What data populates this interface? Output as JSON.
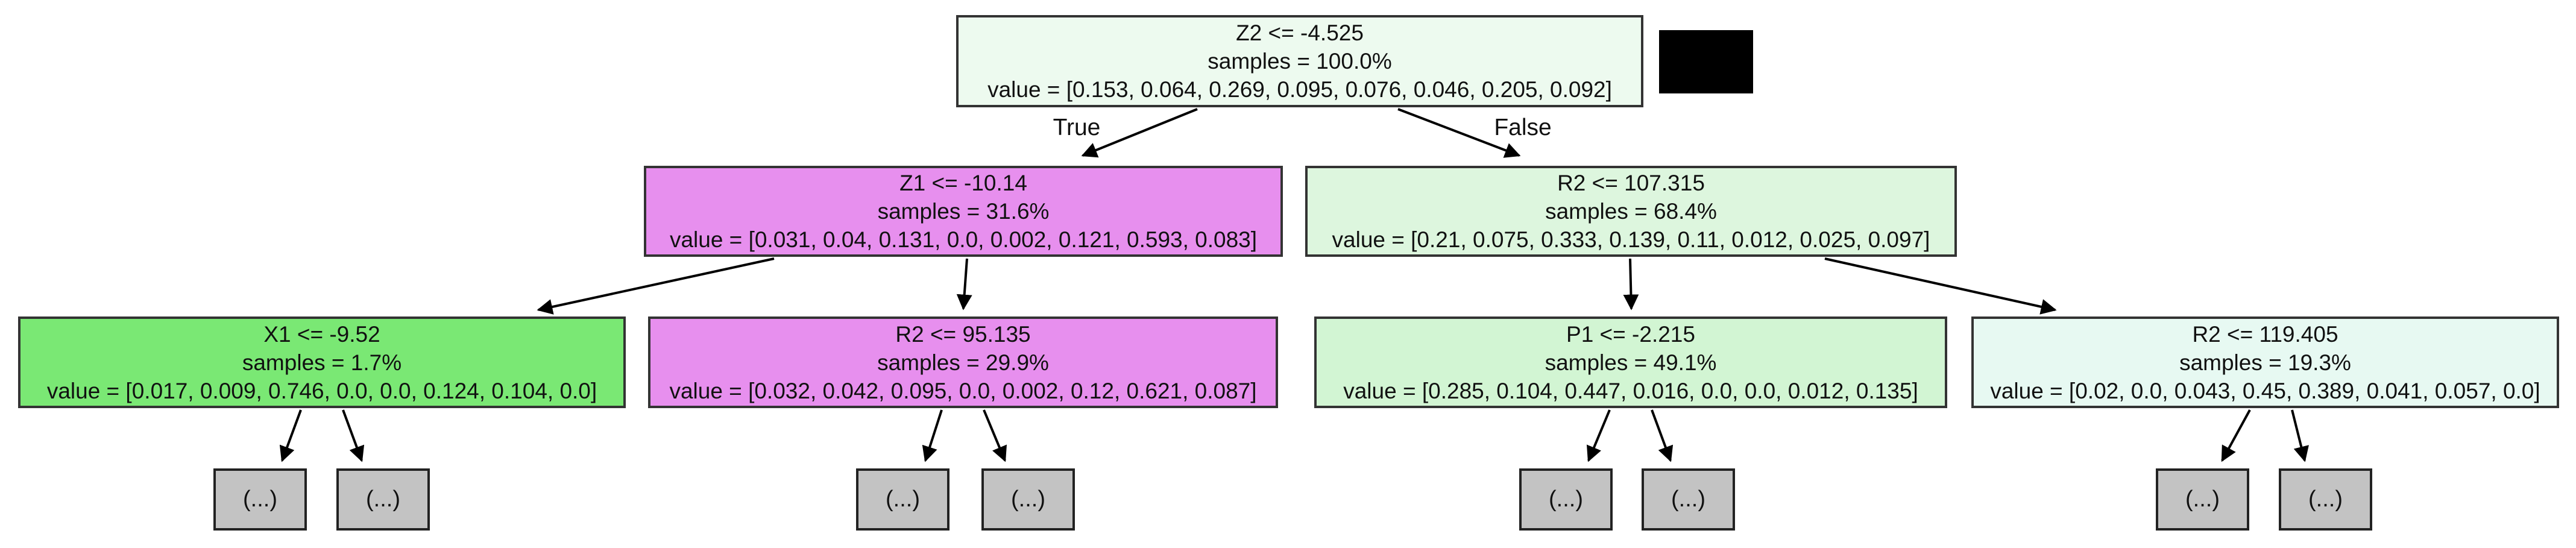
{
  "figure": {
    "type": "decision-tree",
    "background": "#ffffff"
  },
  "colors": {
    "edge_color": "#000000",
    "node_border": "#333333",
    "leaf_fill": "#c3c3c3",
    "legend_swatch": "#000000"
  },
  "edge_labels": {
    "true_label": "True",
    "false_label": "False"
  },
  "tree": {
    "collapsed_leaf_label": "(...)",
    "nodes": [
      {
        "id": "root",
        "condition": "Z2 <= -4.525",
        "samples": "samples = 100.0%",
        "value": "value = [0.153, 0.064, 0.269, 0.095, 0.076, 0.046, 0.205, 0.092]",
        "fill": "#edfaef",
        "children": [
          "node-z1",
          "node-r2-107"
        ]
      },
      {
        "id": "node-z1",
        "condition": "Z1 <= -10.14",
        "samples": "samples = 31.6%",
        "value": "value = [0.031, 0.04, 0.131, 0.0, 0.002, 0.121, 0.593, 0.083]",
        "fill": "#e78fee",
        "children": [
          "node-x1",
          "node-r2-95"
        ]
      },
      {
        "id": "node-r2-107",
        "condition": "R2 <= 107.315",
        "samples": "samples = 68.4%",
        "value": "value = [0.21, 0.075, 0.333, 0.139, 0.11, 0.012, 0.025, 0.097]",
        "fill": "#ddf6de",
        "children": [
          "node-p1",
          "node-r2-119"
        ]
      },
      {
        "id": "node-x1",
        "condition": "X1 <= -9.52",
        "samples": "samples = 1.7%",
        "value": "value = [0.017, 0.009, 0.746, 0.0, 0.0, 0.124, 0.104, 0.0]",
        "fill": "#7ae874",
        "children": [
          "leaf",
          "leaf"
        ]
      },
      {
        "id": "node-r2-95",
        "condition": "R2 <= 95.135",
        "samples": "samples = 29.9%",
        "value": "value = [0.032, 0.042, 0.095, 0.0, 0.002, 0.12, 0.621, 0.087]",
        "fill": "#e78fee",
        "children": [
          "leaf",
          "leaf"
        ]
      },
      {
        "id": "node-p1",
        "condition": "P1 <= -2.215",
        "samples": "samples = 49.1%",
        "value": "value = [0.285, 0.104, 0.447, 0.016, 0.0, 0.0, 0.012, 0.135]",
        "fill": "#d2f5d3",
        "children": [
          "leaf",
          "leaf"
        ]
      },
      {
        "id": "node-r2-119",
        "condition": "R2 <= 119.405",
        "samples": "samples = 19.3%",
        "value": "value = [0.02, 0.0, 0.043, 0.45, 0.389, 0.041, 0.057, 0.0]",
        "fill": "#e7f9f2",
        "children": [
          "leaf",
          "leaf"
        ]
      }
    ]
  }
}
